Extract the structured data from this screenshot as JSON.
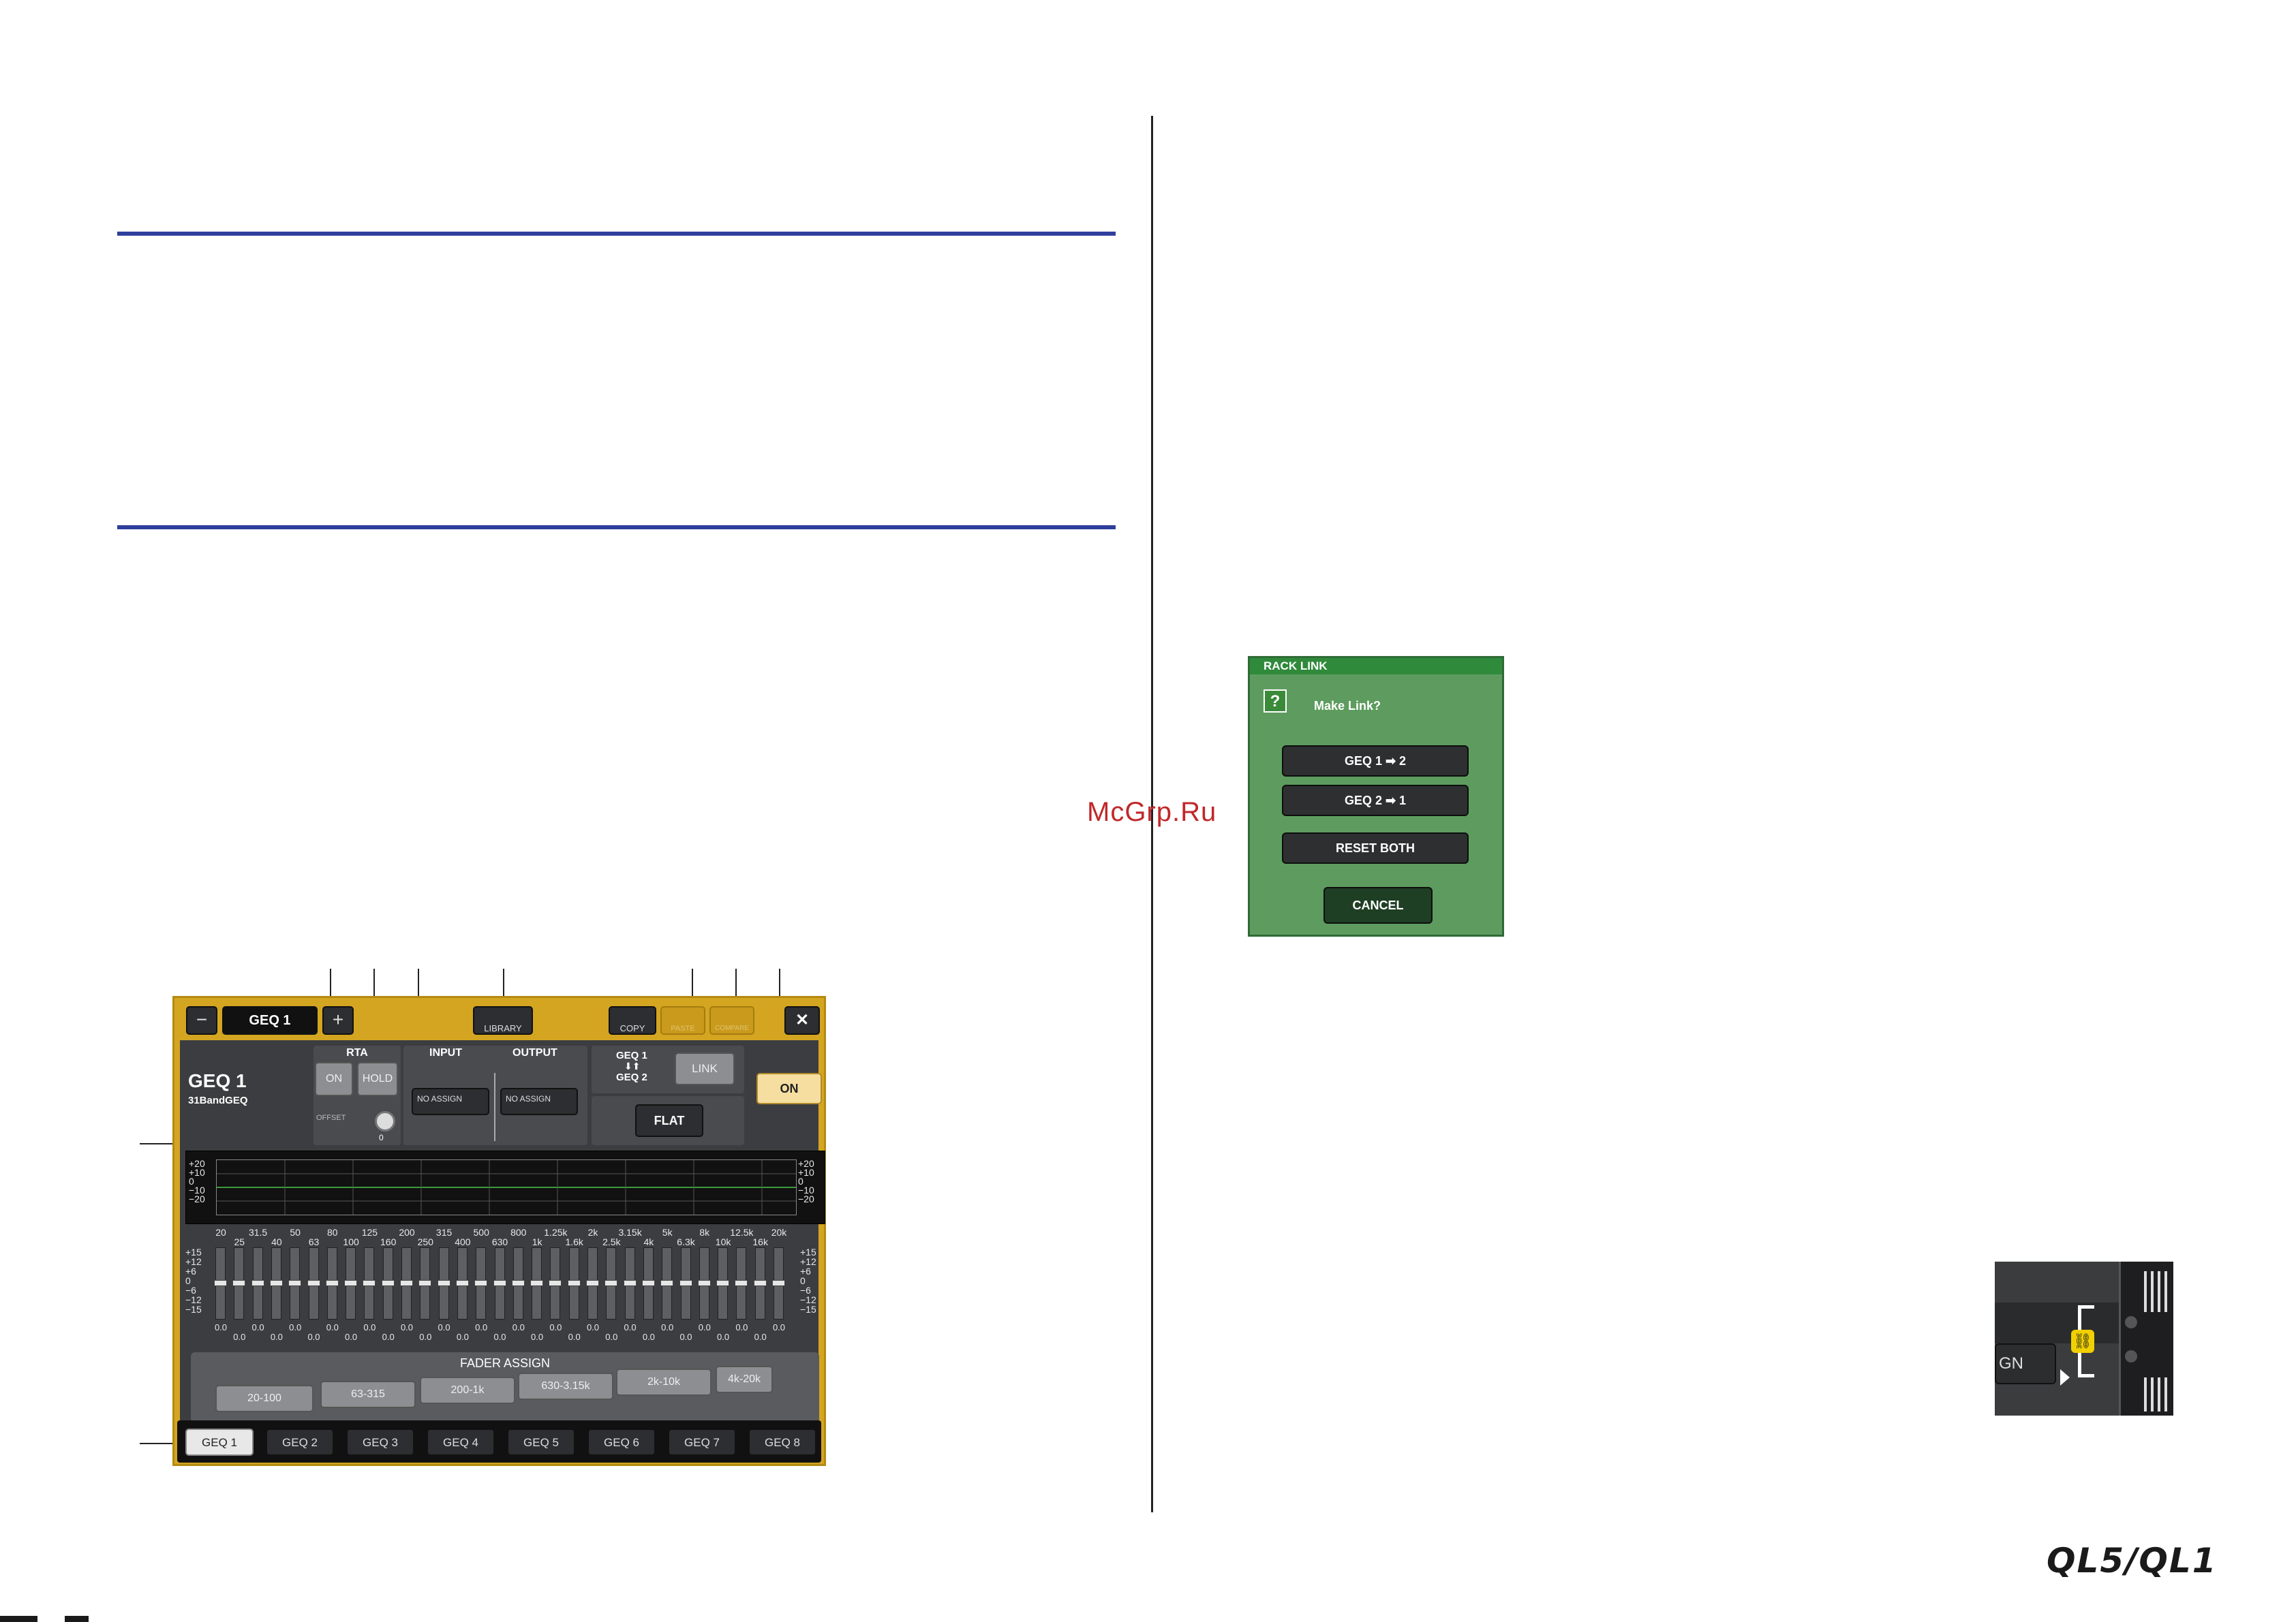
{
  "watermark": "McGrp.Ru",
  "logo": "QL5/QL1",
  "geq_panel": {
    "rack_name": "GEQ 1",
    "minus": "−",
    "plus": "+",
    "library": "LIBRARY",
    "copy": "COPY",
    "paste": "PASTE",
    "compare": "COMPARE",
    "close": "✕",
    "title": "GEQ 1",
    "subtitle": "31BandGEQ",
    "rta_label": "RTA",
    "rta_on": "ON",
    "rta_hold": "HOLD",
    "offset_label": "OFFSET",
    "offset_value": "0",
    "input_label": "INPUT",
    "output_label": "OUTPUT",
    "input_assign": "NO ASSIGN",
    "output_assign": "NO ASSIGN",
    "link_text_1": "GEQ 1",
    "link_text_2": "GEQ 2",
    "link_button": "LINK",
    "flat_button": "FLAT",
    "on_button": "ON",
    "graph_scale": [
      "+20",
      "+10",
      "0",
      "−10",
      "−20"
    ],
    "freqs_top": [
      "20",
      "31.5",
      "50",
      "80",
      "125",
      "200",
      "315",
      "500",
      "800",
      "1.25k",
      "2k",
      "3.15k",
      "5k",
      "8k",
      "12.5k",
      "20k"
    ],
    "freqs_bottom": [
      "25",
      "40",
      "63",
      "100",
      "160",
      "250",
      "400",
      "630",
      "1k",
      "1.6k",
      "2.5k",
      "4k",
      "6.3k",
      "10k",
      "16k"
    ],
    "fader_scale": [
      "+15",
      "+12",
      "+6",
      "0",
      "−6",
      "−12",
      "−15"
    ],
    "band_value": "0.0",
    "fader_assign_label": "FADER ASSIGN",
    "fader_assign": [
      "20-100",
      "63-315",
      "200-1k",
      "630-3.15k",
      "2k-10k",
      "4k-20k"
    ],
    "tabs": [
      "GEQ 1",
      "GEQ 2",
      "GEQ 3",
      "GEQ 4",
      "GEQ 5",
      "GEQ 6",
      "GEQ 7",
      "GEQ 8"
    ]
  },
  "rack_link": {
    "title": "RACK LINK",
    "question_icon": "?",
    "prompt": "Make Link?",
    "btn1": "GEQ 1 ➡ 2",
    "btn2": "GEQ 2 ➡ 1",
    "btn3": "RESET BOTH",
    "cancel": "CANCEL"
  },
  "thumbnail": {
    "assign_text": "GN"
  }
}
